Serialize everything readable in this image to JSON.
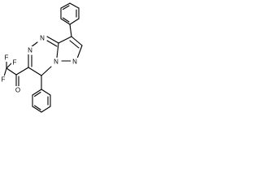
{
  "atom_labels": {
    "n_triazine_top": "N",
    "n_triazine_left": "N",
    "n_pyrazole": "N",
    "n_bridge": "N",
    "o_carbonyl": "O",
    "f_1": "F",
    "f_2": "F",
    "f_3": "F"
  },
  "colors": {
    "bond": "#000000",
    "background": "#ffffff"
  }
}
